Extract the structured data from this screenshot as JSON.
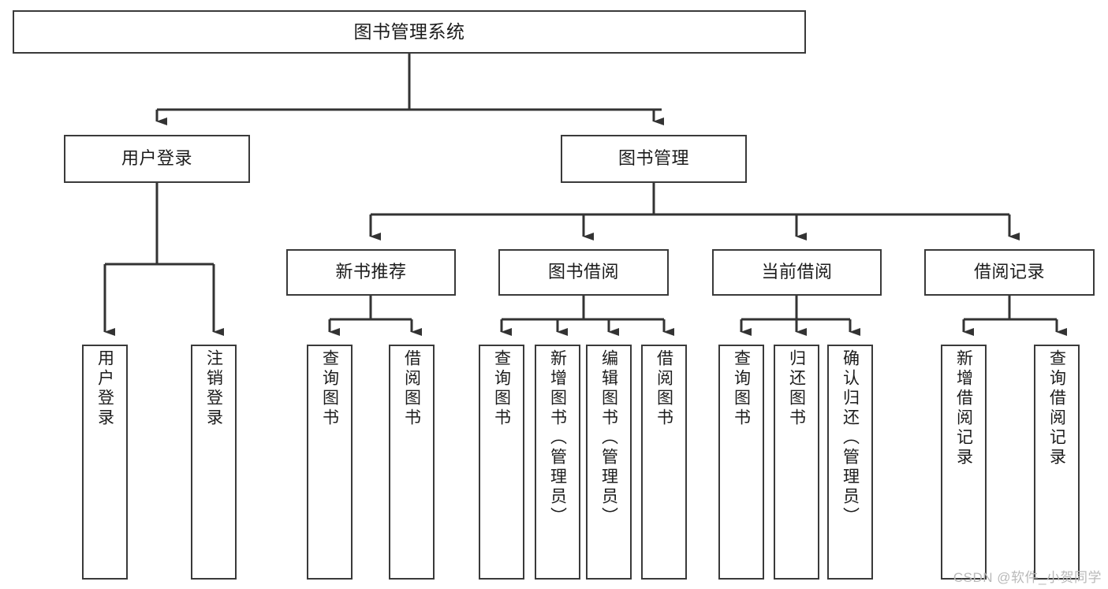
{
  "diagram": {
    "title": "图书管理系统",
    "type": "tree",
    "watermark": "CSDN @软件_小贺同学",
    "colors": {
      "box_border": "#3a3a3a",
      "box_fill": "#ffffff",
      "connector": "#333333",
      "text": "#1c1c1c",
      "watermark": "#b9b9b9",
      "background": "#ffffff"
    },
    "nodes": {
      "root": {
        "label": "图书管理系统",
        "orientation": "horizontal"
      },
      "level2": [
        {
          "label": "用户登录",
          "orientation": "horizontal"
        },
        {
          "label": "图书管理",
          "orientation": "horizontal"
        }
      ],
      "level3": [
        {
          "label": "新书推荐",
          "orientation": "horizontal"
        },
        {
          "label": "图书借阅",
          "orientation": "horizontal"
        },
        {
          "label": "当前借阅",
          "orientation": "horizontal"
        },
        {
          "label": "借阅记录",
          "orientation": "horizontal"
        }
      ],
      "leaves_user_login": [
        {
          "label": "用户登录",
          "orientation": "vertical"
        },
        {
          "label": "注销登录",
          "orientation": "vertical"
        }
      ],
      "leaves_new_book": [
        {
          "label": "查询图书",
          "orientation": "vertical"
        },
        {
          "label": "借阅图书",
          "orientation": "vertical"
        }
      ],
      "leaves_borrow": [
        {
          "label": "查询图书",
          "orientation": "vertical"
        },
        {
          "label": "新增图书（管理员）",
          "orientation": "vertical"
        },
        {
          "label": "编辑图书（管理员）",
          "orientation": "vertical"
        },
        {
          "label": "借阅图书",
          "orientation": "vertical"
        }
      ],
      "leaves_current": [
        {
          "label": "查询图书",
          "orientation": "vertical"
        },
        {
          "label": "归还图书",
          "orientation": "vertical"
        },
        {
          "label": "确认归还（管理员）",
          "orientation": "vertical"
        }
      ],
      "leaves_records": [
        {
          "label": "新增借阅记录",
          "orientation": "vertical"
        },
        {
          "label": "查询借阅记录",
          "orientation": "vertical"
        }
      ]
    }
  }
}
